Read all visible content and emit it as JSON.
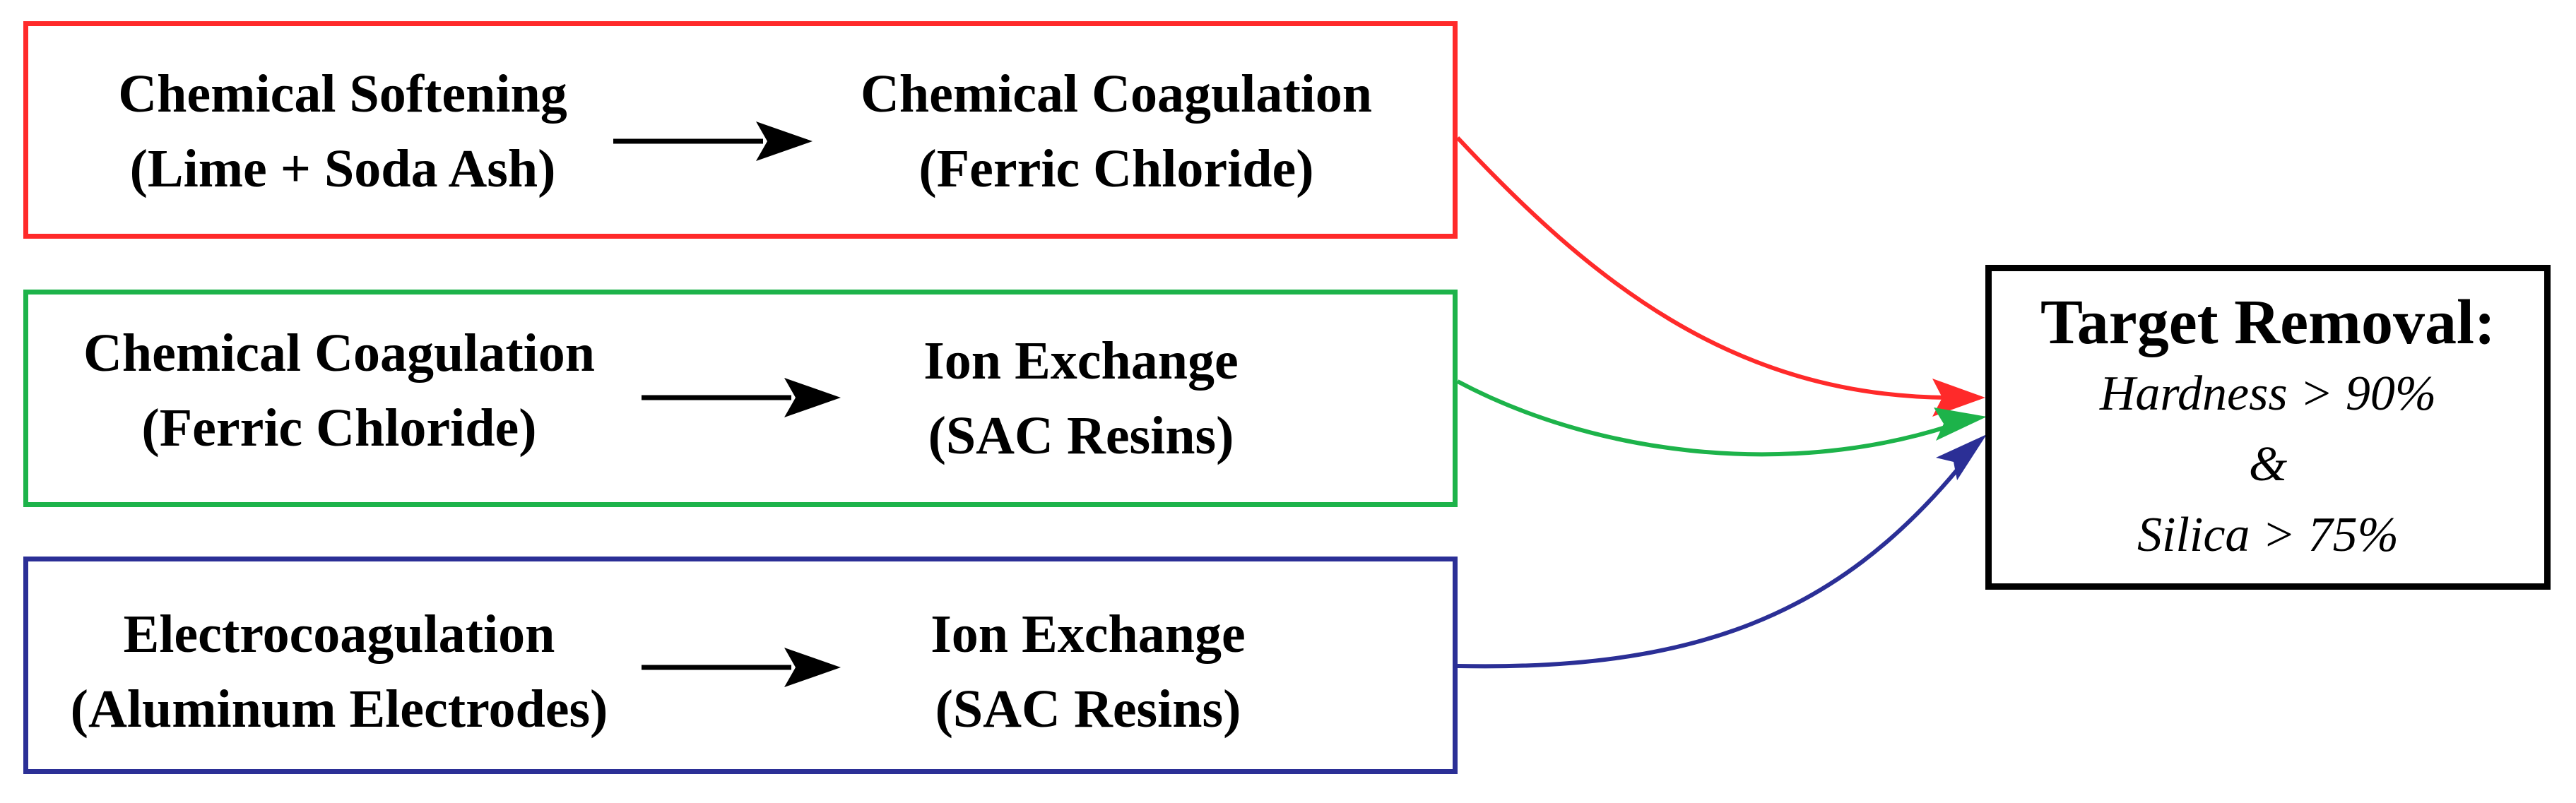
{
  "colors": {
    "red": "#ff2a2a",
    "green": "#1db34a",
    "blue": "#2b2f96",
    "black": "#000000"
  },
  "pathways": [
    {
      "color": "red",
      "from": {
        "line1": "Chemical Softening",
        "line2": "(Lime + Soda Ash)"
      },
      "to": {
        "line1": "Chemical Coagulation",
        "line2": "(Ferric Chloride)"
      }
    },
    {
      "color": "green",
      "from": {
        "line1": "Chemical Coagulation",
        "line2": "(Ferric Chloride)"
      },
      "to": {
        "line1": "Ion Exchange",
        "line2": "(SAC Resins)"
      }
    },
    {
      "color": "blue",
      "from": {
        "line1": "Electrocoagulation",
        "line2": "(Aluminum Electrodes)"
      },
      "to": {
        "line1": "Ion Exchange",
        "line2": "(SAC Resins)"
      }
    }
  ],
  "target": {
    "title": "Target Removal:",
    "line1": "Hardness > 90%",
    "line2": "&",
    "line3": "Silica > 75%"
  }
}
